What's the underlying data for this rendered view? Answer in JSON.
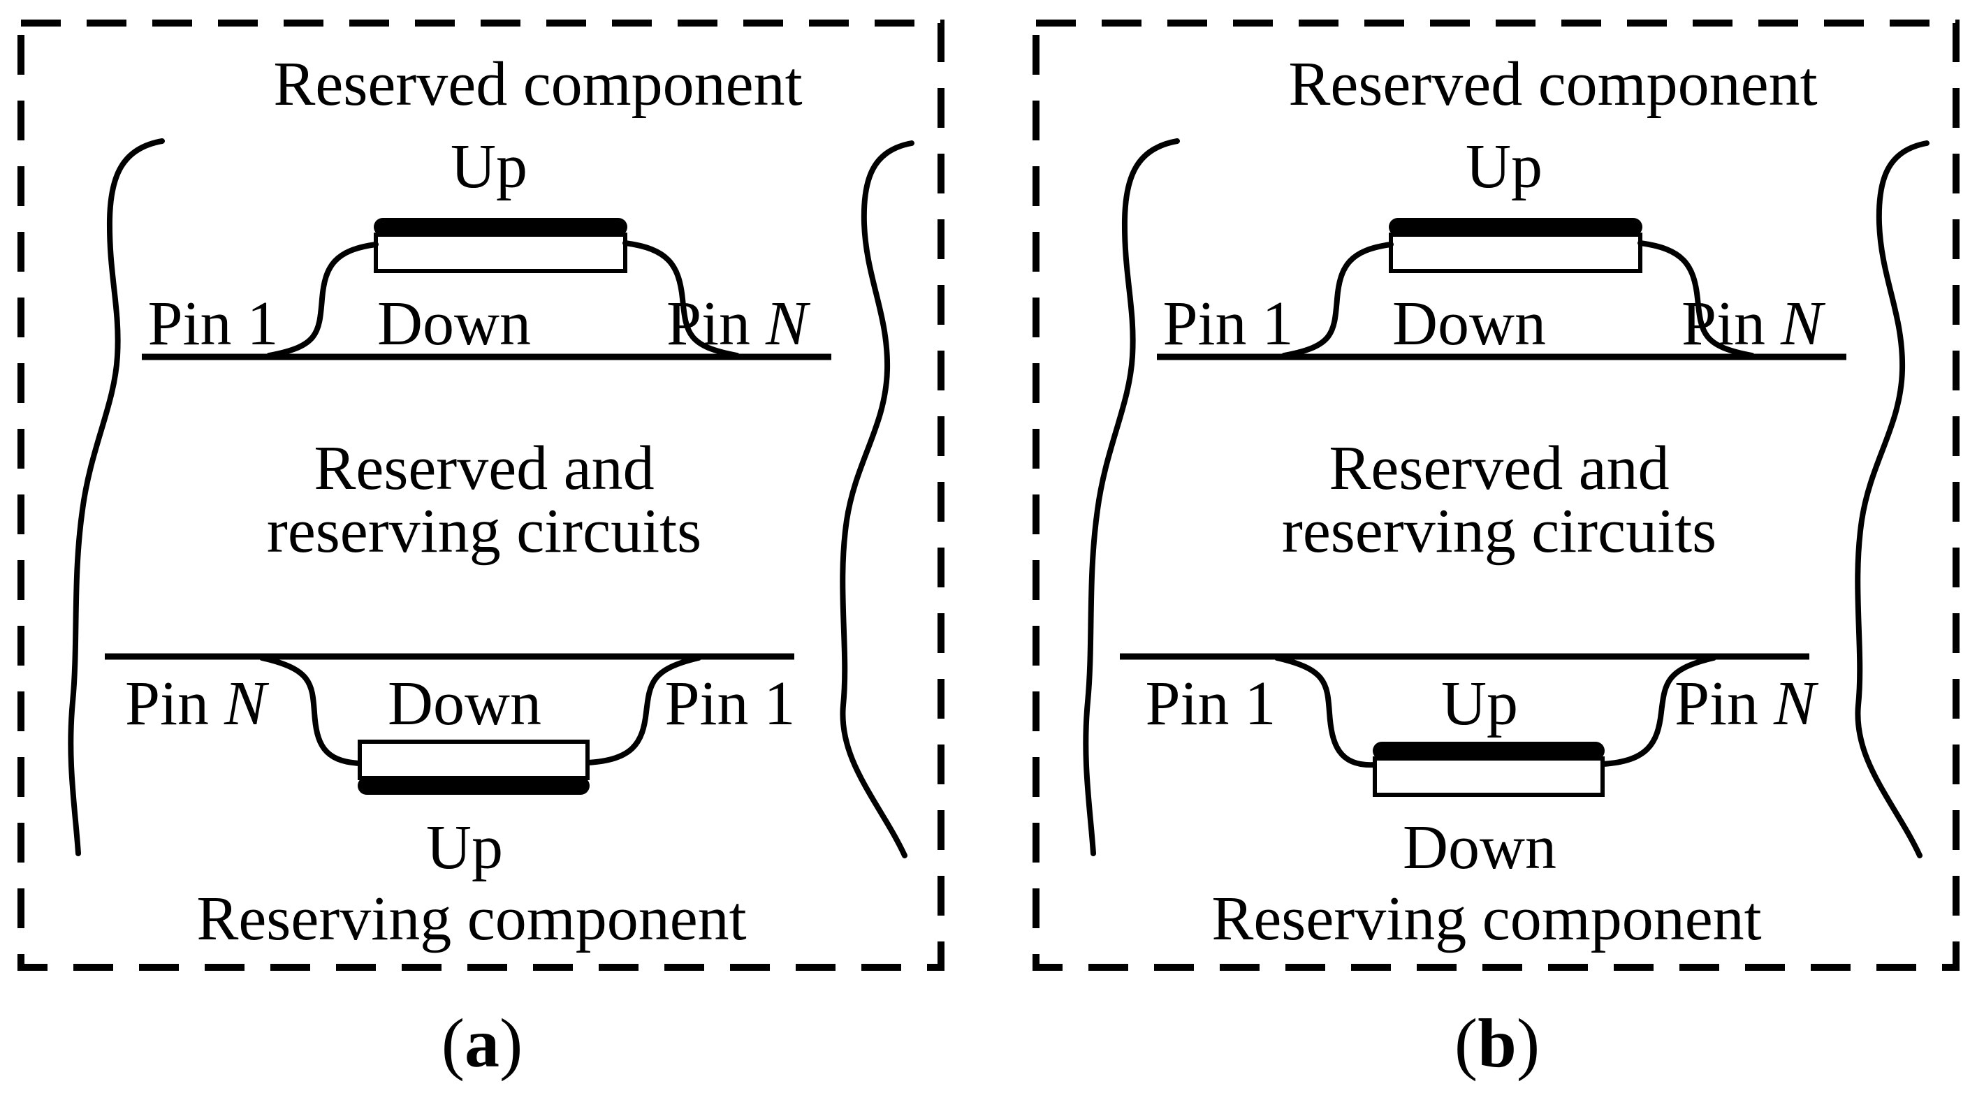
{
  "colors": {
    "ink": "#000000",
    "paper": "#ffffff"
  },
  "figure": {
    "panels": [
      {
        "id": "a",
        "reserved_title": "Reserved component",
        "reserving_title": "Reserving component",
        "middle": {
          "line1": "Reserved and",
          "line2": "reserving circuits"
        },
        "top": {
          "orientation": "Up",
          "pin_left": {
            "prefix": "Pin",
            "suffix": "1"
          },
          "center": "Down",
          "pin_right": {
            "prefix": "Pin",
            "suffix": "N"
          }
        },
        "bottom": {
          "pin_left": {
            "prefix": "Pin",
            "suffix": "N"
          },
          "center": "Down",
          "pin_right": {
            "prefix": "Pin",
            "suffix": "1"
          },
          "orientation": "Up"
        },
        "caption": {
          "open": "(",
          "letter": "a",
          "close": ")"
        }
      },
      {
        "id": "b",
        "reserved_title": "Reserved component",
        "reserving_title": "Reserving component",
        "middle": {
          "line1": "Reserved and",
          "line2": "reserving circuits"
        },
        "top": {
          "orientation": "Up",
          "pin_left": {
            "prefix": "Pin",
            "suffix": "1"
          },
          "center": "Down",
          "pin_right": {
            "prefix": "Pin",
            "suffix": "N"
          }
        },
        "bottom": {
          "pin_left": {
            "prefix": "Pin",
            "suffix": "1"
          },
          "center": "Up",
          "pin_right": {
            "prefix": "Pin",
            "suffix": "N"
          },
          "orientation": "Down"
        },
        "caption": {
          "open": "(",
          "letter": "b",
          "close": ")"
        }
      }
    ]
  }
}
